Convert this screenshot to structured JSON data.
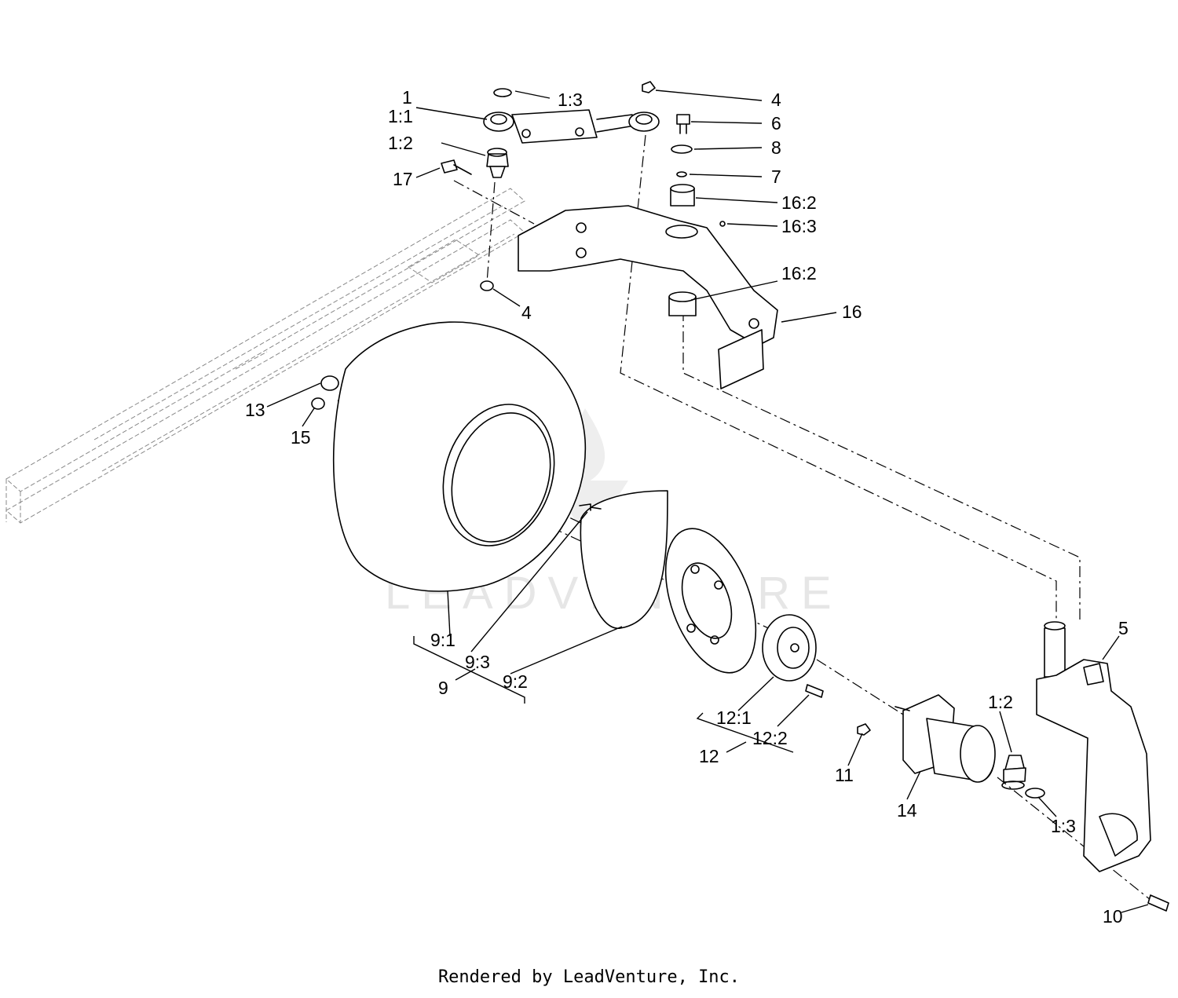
{
  "watermark": "LEADVENTURE",
  "footer": "Rendered by LeadVenture, Inc.",
  "callouts": {
    "c1": "1",
    "c1_1": "1:1",
    "c1_2": "1:2",
    "c1_3_top": "1:3",
    "c4_top": "4",
    "c6": "6",
    "c8": "8",
    "c7": "7",
    "c16_2_top": "16:2",
    "c16_3": "16:3",
    "c16_2_mid": "16:2",
    "c16": "16",
    "c17": "17",
    "c4_mid": "4",
    "c13": "13",
    "c15": "15",
    "c9_1": "9:1",
    "c9_3": "9:3",
    "c9_2": "9:2",
    "c9": "9",
    "c12_1": "12:1",
    "c12_2": "12:2",
    "c12": "12",
    "c11": "11",
    "c14": "14",
    "c1_2_right": "1:2",
    "c1_3_right": "1:3",
    "c5": "5",
    "c10": "10"
  }
}
